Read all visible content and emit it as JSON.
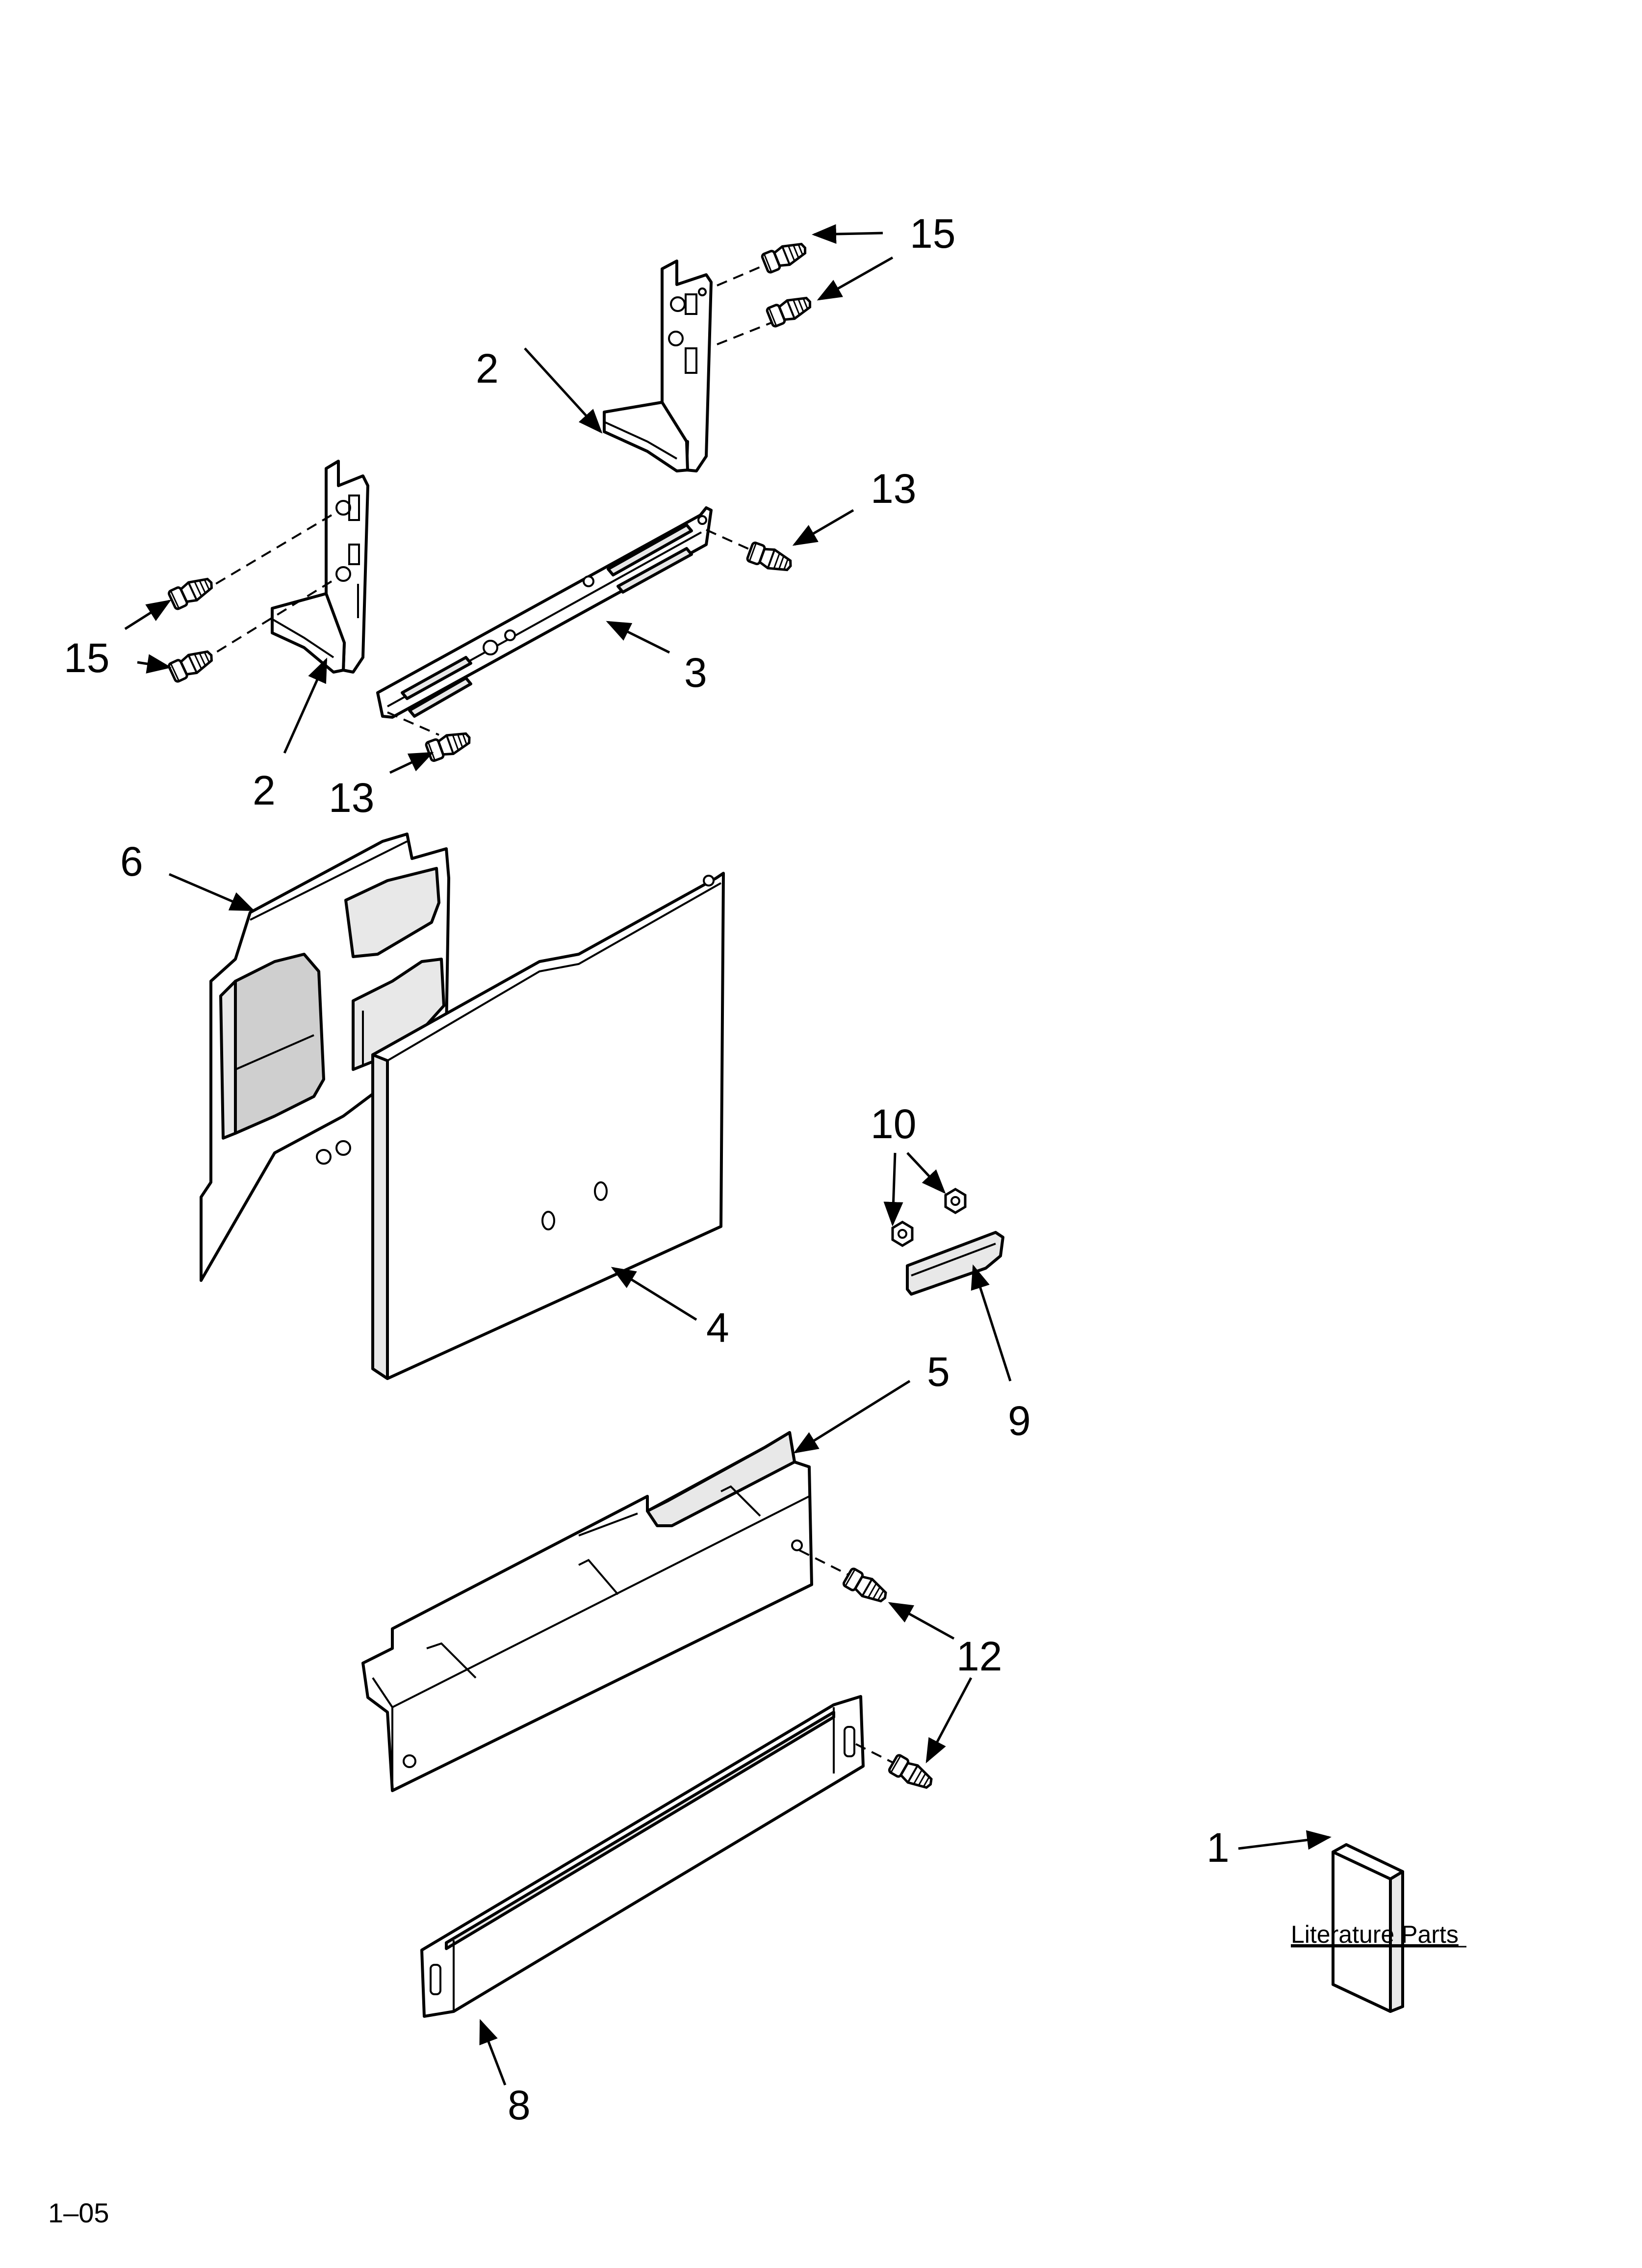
{
  "callouts": {
    "c15_top": "15",
    "c2_top": "2",
    "c13_top": "13",
    "c15_left": "15",
    "c3": "3",
    "c2_bottom": "2",
    "c13_bottom": "13",
    "c6": "6",
    "c10": "10",
    "c4": "4",
    "c9": "9",
    "c5": "5",
    "c12": "12",
    "c1": "1",
    "c8": "8"
  },
  "literature_label": "Literature Parts",
  "footer_code": "1–05",
  "icons": {
    "screw": "screw-icon",
    "nut": "hex-nut-icon",
    "arrow": "arrow-head-icon"
  }
}
